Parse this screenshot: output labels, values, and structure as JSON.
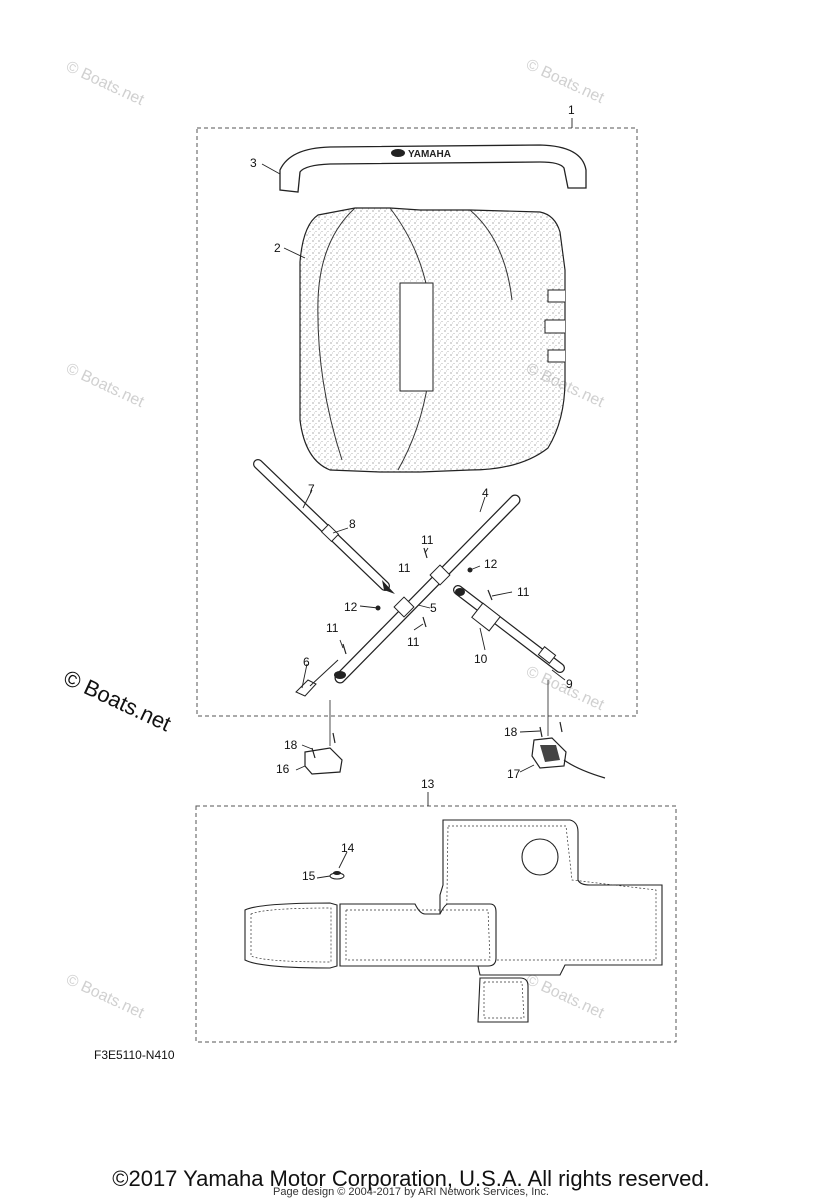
{
  "logo_text": "YAMAHA",
  "watermark_text": "© Boats.net",
  "diagram_code": "F3E5110-N410",
  "copyright": "©2017 Yamaha Motor Corporation, U.S.A. All rights reserved.",
  "credit": "Page design © 2004-2017 by ARI Network Services, Inc.",
  "callouts": [
    "1",
    "2",
    "3",
    "4",
    "5",
    "6",
    "7",
    "8",
    "9",
    "10",
    "11",
    "11",
    "11",
    "11",
    "11",
    "12",
    "12",
    "13",
    "14",
    "15",
    "16",
    "17",
    "18",
    "18"
  ]
}
